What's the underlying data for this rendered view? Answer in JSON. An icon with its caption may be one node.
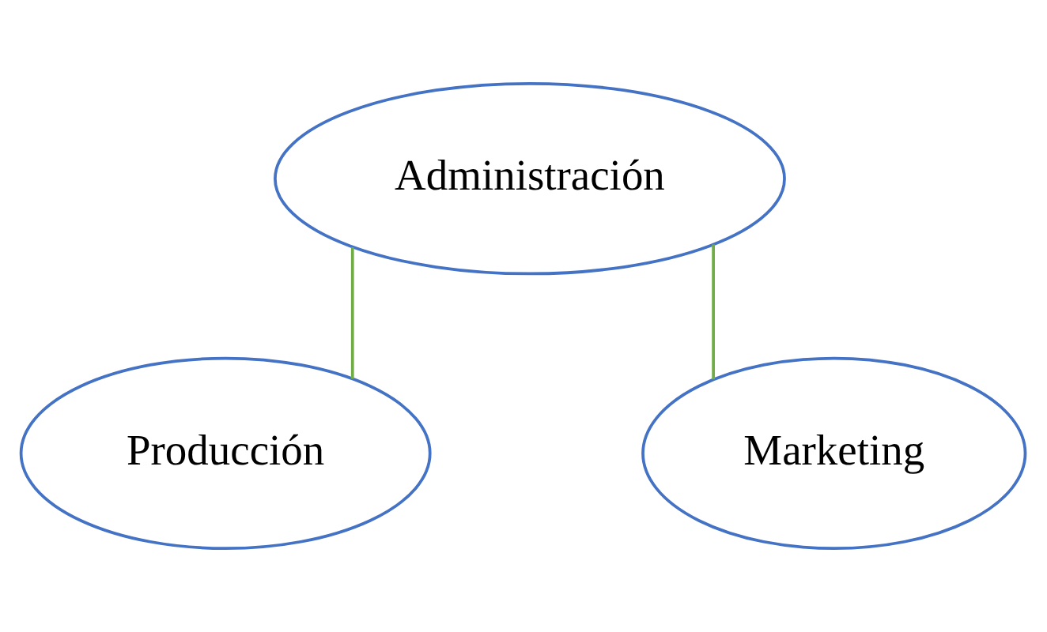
{
  "diagram": {
    "nodes": [
      {
        "text": [
          "Administración"
        ]
      },
      {
        "text": [
          "Producción"
        ]
      },
      {
        "text": [
          "Marketing"
        ]
      }
    ],
    "edges": [
      {
        "from": 0,
        "to": 1,
        "arrow": "none"
      },
      {
        "from": 0,
        "to": 2,
        "arrow": "none"
      }
    ]
  }
}
